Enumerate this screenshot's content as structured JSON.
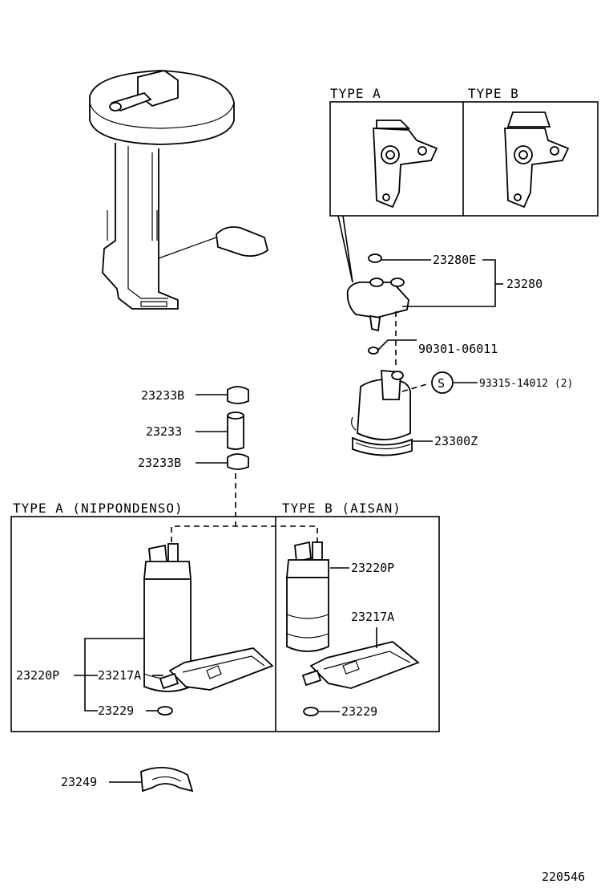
{
  "headers": {
    "regulator_type_a": "TYPE A",
    "regulator_type_b": "TYPE B",
    "pump_type_a": "TYPE A (NIPPONDENSO)",
    "pump_type_b": "TYPE B (AISAN)"
  },
  "parts": {
    "p23280E": "23280E",
    "p23280": "23280",
    "p90301": "90301-06011",
    "s_symbol": "S",
    "p93315": "93315-14012 (2)",
    "p23233B_top": "23233B",
    "p23233": "23233",
    "p23233B_bottom": "23233B",
    "p23300Z": "23300Z",
    "a_23220P": "23220P",
    "a_23217A": "23217A",
    "a_23229": "23229",
    "b_23220P": "23220P",
    "b_23217A": "23217A",
    "b_23229": "23229",
    "p23249": "23249"
  },
  "figure_number": "220546"
}
